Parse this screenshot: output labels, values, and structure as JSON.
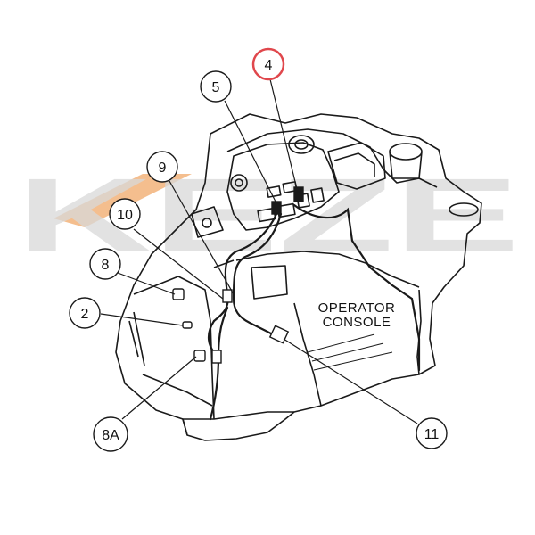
{
  "watermark": {
    "text": "KEZE",
    "subtext": "",
    "color": "#d9d9d9",
    "accent_color": "#f2b37a"
  },
  "diagram": {
    "console_label_line1": "OPERATOR",
    "console_label_line2": "CONSOLE",
    "callouts": [
      {
        "id": "4",
        "label": "4",
        "highlighted": true
      },
      {
        "id": "5",
        "label": "5",
        "highlighted": false
      },
      {
        "id": "9",
        "label": "9",
        "highlighted": false
      },
      {
        "id": "10",
        "label": "10",
        "highlighted": false
      },
      {
        "id": "8",
        "label": "8",
        "highlighted": false
      },
      {
        "id": "2",
        "label": "2",
        "highlighted": false
      },
      {
        "id": "8A",
        "label": "8A",
        "highlighted": false
      },
      {
        "id": "11",
        "label": "11",
        "highlighted": false
      }
    ],
    "highlight_color": "#e0474c",
    "line_color": "#1a1a1a"
  }
}
